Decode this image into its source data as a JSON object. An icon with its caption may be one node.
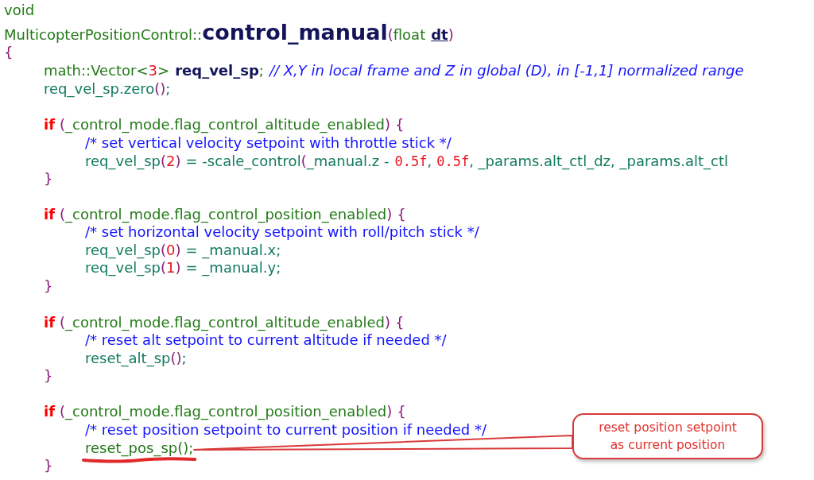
{
  "diagram": {
    "nodes": [
      {
        "text": [
          "reset position setpoint as current position"
        ]
      },
      {
        "text": [
          "reset_pos_sp();"
        ]
      }
    ],
    "edges": [
      {
        "from": 0,
        "to": 1,
        "arrow": "none"
      }
    ],
    "labels": [
      "void",
      "MulticopterPositionControl::",
      "control_manual",
      "(",
      "float",
      "dt",
      ")",
      "{",
      "math::Vector<",
      "3",
      ">",
      "req_vel_sp",
      ";",
      "// X,Y in local frame and Z in global (D), in [-1,1] normalized range",
      "req_vel_sp.zero",
      "()",
      ";",
      "if",
      "(",
      "_control_mode.flag_control_altitude_enabled",
      ")",
      "{",
      "/* set vertical velocity setpoint with throttle stick */",
      "req_vel_sp",
      "(",
      "2",
      ")",
      "= -scale_control",
      "(",
      "_manual.z -",
      "0.5f",
      ",",
      "0.5f",
      ", _params.alt_ctl_dz, _params.alt_ctl",
      "}",
      "if",
      "(",
      "_control_mode.flag_control_position_enabled",
      ")",
      "{",
      "/* set horizontal velocity setpoint with roll/pitch stick */",
      "req_vel_sp",
      "(",
      "0",
      ")",
      "= _manual.x;",
      "req_vel_sp",
      "(",
      "1",
      ")",
      "= _manual.y;",
      "}",
      "if",
      "(",
      "_control_mode.flag_control_altitude_enabled",
      ")",
      "{",
      "/* reset alt setpoint to current altitude if needed */",
      "reset_alt_sp",
      "()",
      ";",
      "}",
      "if",
      "(",
      "_control_mode.flag_control_position_enabled",
      ")",
      "{",
      "/* reset position setpoint to current position if needed */",
      "}"
    ]
  }
}
